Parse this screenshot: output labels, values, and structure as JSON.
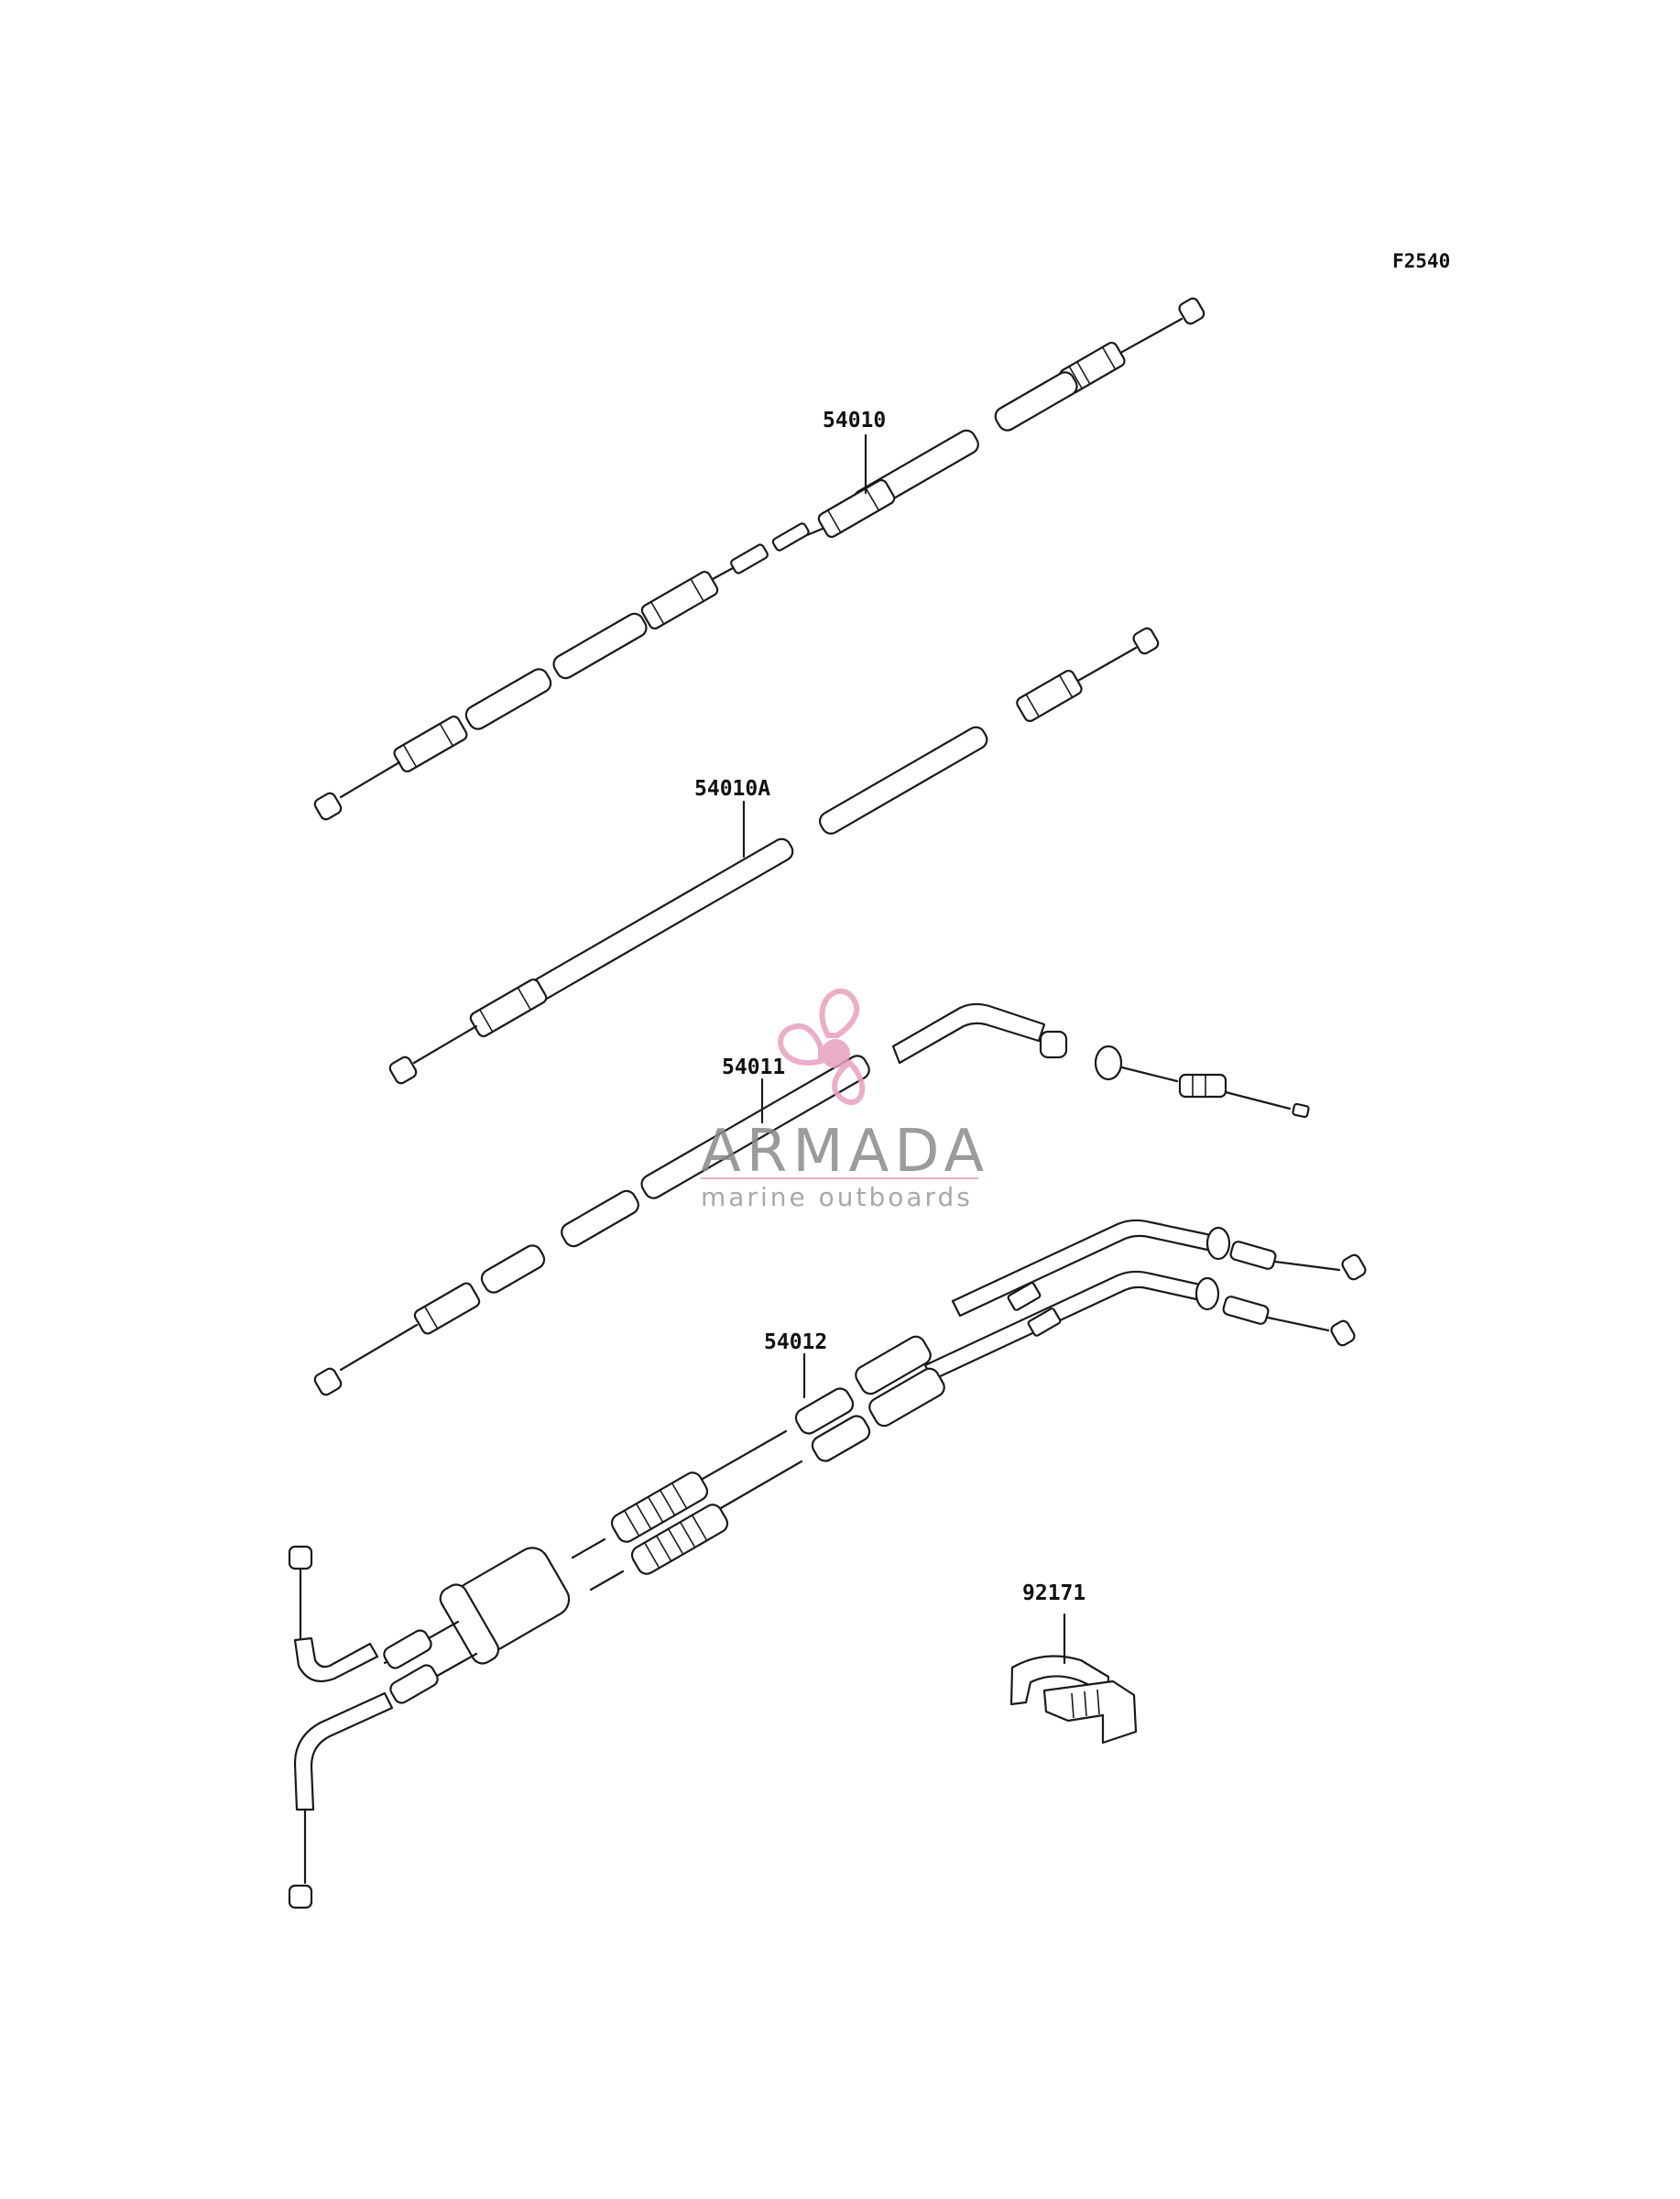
{
  "figure_code": "F2540",
  "parts": [
    {
      "number": "54010"
    },
    {
      "number": "54010A"
    },
    {
      "number": "54011"
    },
    {
      "number": "54012"
    },
    {
      "number": "92171"
    }
  ],
  "watermark": {
    "brand": "ARMADA",
    "tagline": "marine outboards",
    "brand_color": "#8a8a8a",
    "logo_color": "#e8a0bf",
    "logo_icon": "propeller-icon"
  }
}
